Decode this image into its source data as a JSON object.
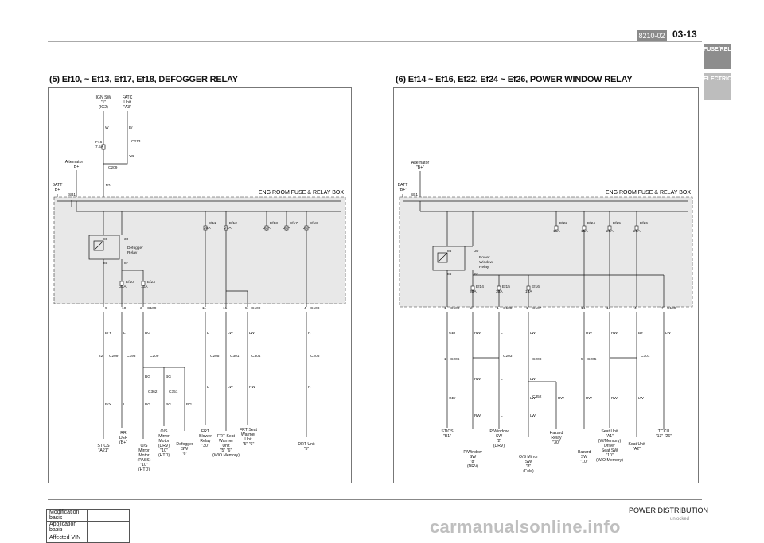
{
  "header": {
    "code": "8210-02",
    "page": "03-13"
  },
  "tabs": [
    "FUSE/RELAY",
    "ELECTRICITY"
  ],
  "left": {
    "title": "(5) Ef10, ~ Ef13, Ef17, Ef18, DEFOGGER RELAY",
    "box_label": "ENG ROOM FUSE & RELAY BOX",
    "top_sources": {
      "ign": [
        "IGN SW",
        "\"1\"",
        "(IG2)"
      ],
      "fatc": [
        "FATC",
        "Unit",
        "\"A3\""
      ],
      "alternator": [
        "Alternator",
        "B+"
      ],
      "batt": [
        "BATT",
        "B+"
      ]
    },
    "labels": {
      "w": "W",
      "br": "Br",
      "yr1": "YR",
      "yr2": "YR",
      "yr3": "YR",
      "f16": "F16",
      "f16a": "7.5A",
      "c213": "C213",
      "c209": "C209",
      "c109": "C109",
      "sb1": "SB1",
      "sb1a": "140A",
      "relay": [
        "Defogger",
        "Relay"
      ],
      "p86": "86",
      "p30": "30",
      "p85": "85",
      "p87": "87",
      "pin8": "8",
      "pin2": "2"
    },
    "fuses": [
      {
        "name": "Ef11",
        "amp": "30A"
      },
      {
        "name": "Ef12",
        "amp": "20A"
      },
      {
        "name": "Ef13",
        "amp": "20A"
      },
      {
        "name": "Ef17",
        "amp": "20A"
      },
      {
        "name": "Ef18",
        "amp": "20A"
      },
      {
        "name": "Ef10",
        "amp": "30A"
      },
      {
        "name": "Ef23",
        "amp": "10A"
      }
    ],
    "pins109": [
      "9",
      "10",
      "3",
      "11",
      "15",
      "5",
      "4"
    ],
    "conn109a": "C109",
    "conn109b": "C109",
    "conn108": "C108",
    "wires": [
      "BrY",
      "L",
      "BG",
      "L",
      "LW",
      "LW",
      "R",
      "BrY",
      "L",
      "BG",
      "BG",
      "BG",
      "BG",
      "BG",
      "L",
      "LW",
      "RW",
      "R"
    ],
    "mid": {
      "c209a": "C209",
      "c393": "C393",
      "c209b": "C209",
      "c205a": "C205",
      "c301": "C301",
      "c304": "C304",
      "c205b": "C205",
      "c362": "C362",
      "c351": "C351",
      "pin22": "22",
      "pin1a": "1",
      "pin15": "15",
      "pin11": "11",
      "pin12": "12",
      "pin3": "3",
      "pin16": "16",
      "pin4": "4",
      "pin2b": "2"
    },
    "loads": {
      "stics": [
        "STICS",
        "\"A21\""
      ],
      "rrdef": [
        "RR",
        "DEF",
        "(B+)"
      ],
      "osmirp": [
        "O/S",
        "Mirror",
        "Motor",
        "(PASS)",
        "\"10\"",
        "(HTD)"
      ],
      "osmird": [
        "O/S",
        "Mirror",
        "Motor",
        "(DRV)",
        "\"10\"",
        "(HTD)"
      ],
      "defog": [
        "Defogger",
        "SW",
        "\"6\""
      ],
      "frtblower": [
        "FRT",
        "Blower",
        "Relay",
        "\"30\""
      ],
      "frtseat": [
        "FRT Seat",
        "Warmer",
        "Unit",
        "\"5\" \"6\"",
        "(W/O Memory)"
      ],
      "frtseat2": [
        "FRT Seat",
        "Warmer",
        "Unit",
        "\"5\" \"6\""
      ],
      "drt": [
        "DRT Unit",
        "\"5\""
      ]
    }
  },
  "right": {
    "title": "(6) Ef14 ~ Ef16, Ef22, Ef24 ~ Ef26, POWER WINDOW RELAY",
    "box_label": "ENG ROOM FUSE & RELAY BOX",
    "top_sources": {
      "alternator": [
        "Alternator",
        "\"B+\""
      ],
      "batt": [
        "BATT",
        "\"B+\""
      ]
    },
    "labels": {
      "sb1": "SB1",
      "sb1a": "140A",
      "relay": [
        "Power",
        "Window",
        "Relay"
      ],
      "p86": "86",
      "p30": "30",
      "p85": "85",
      "p87": "87"
    },
    "fuses": [
      {
        "name": "Ef22",
        "amp": "15A"
      },
      {
        "name": "Ef24",
        "amp": "15A"
      },
      {
        "name": "Ef25",
        "amp": "20A"
      },
      {
        "name": "Ef26",
        "amp": "20A"
      },
      {
        "name": "Ef14",
        "amp": "30A"
      },
      {
        "name": "Ef15",
        "amp": "30A"
      },
      {
        "name": "Ef16",
        "amp": "10A"
      }
    ],
    "pins": [
      "1",
      "2",
      "1",
      "1",
      "14",
      "16",
      "4",
      "7"
    ],
    "conns": [
      "C108",
      "C108",
      "C107",
      "C109"
    ],
    "wires": [
      "GBr",
      "RW",
      "L",
      "LW",
      "RW",
      "RW",
      "BY",
      "LW",
      "RW",
      "L",
      "LW",
      "RW",
      "LW",
      "GBr",
      "RW",
      "L",
      "LW",
      "RW",
      "RW",
      "LW"
    ],
    "mid": {
      "c206": "C206",
      "c203": "C203",
      "c208": "C208",
      "c205": "C205",
      "c301": "C301",
      "c352": "C352",
      "pin1a": "1",
      "pin5": "5",
      "pin2": "2",
      "pin1b": "1",
      "pin6": "6",
      "pin9": "9",
      "pin7": "7",
      "pin10": "10",
      "pin5b": "5",
      "pin1c": "1"
    },
    "loads": {
      "stics": [
        "STICS",
        "\"B1\""
      ],
      "pwdrv": [
        "P/Window",
        "SW",
        "\"8\"",
        "(DRV)"
      ],
      "pwdrv2": [
        "P/Window",
        "SW",
        "\"2\"",
        "(DRV)"
      ],
      "osmir": [
        "O/S Mirror",
        "SW",
        "\"8\"",
        "(Fold)"
      ],
      "hazrelay": [
        "Hazard",
        "Relay",
        "\"30\""
      ],
      "hazsw": [
        "Hazard",
        "SW",
        "\"10\""
      ],
      "seat": [
        "Seat Unit",
        "\"A1\"",
        "(W/Memory)",
        "Driver",
        "Seat SW",
        "\"10\"",
        "(W/O Memory)"
      ],
      "seat2": [
        "Seat Unit",
        "\"A2\""
      ],
      "tccu": [
        "TCCU",
        "\"13\" \"26\""
      ]
    }
  },
  "footer": {
    "rows": [
      "Modification basis",
      "Application basis",
      "Affected VIN"
    ],
    "title": "POWER DISTRIBUTION",
    "sub": "unlocked",
    "watermark": "carmanualsonline.info"
  }
}
